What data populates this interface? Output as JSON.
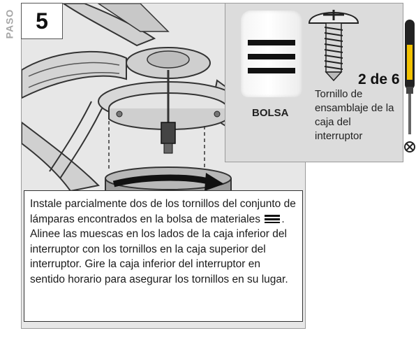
{
  "step": {
    "side_label": "PASO",
    "number": "5"
  },
  "callout": {
    "bag_label": "BOLSA",
    "quantity": "2 de 6",
    "screw_description": "Tornillo de ensamblaje de la caja del interruptor"
  },
  "instructions": {
    "part1": "Instale parcialmente dos de los tornillos del conjunto de lámparas encontrados en la bolsa de materiales",
    "part2": ". Alinee las muescas en los lados de la caja inferior del interruptor con los tornillos en la caja superior del interruptor. Gire la caja inferior del interruptor en sentido horario para asegurar los tornillos en su lugar."
  },
  "icons": [
    "bag-icon",
    "screw-icon",
    "screwdriver-icon",
    "materials-bag-icon"
  ]
}
